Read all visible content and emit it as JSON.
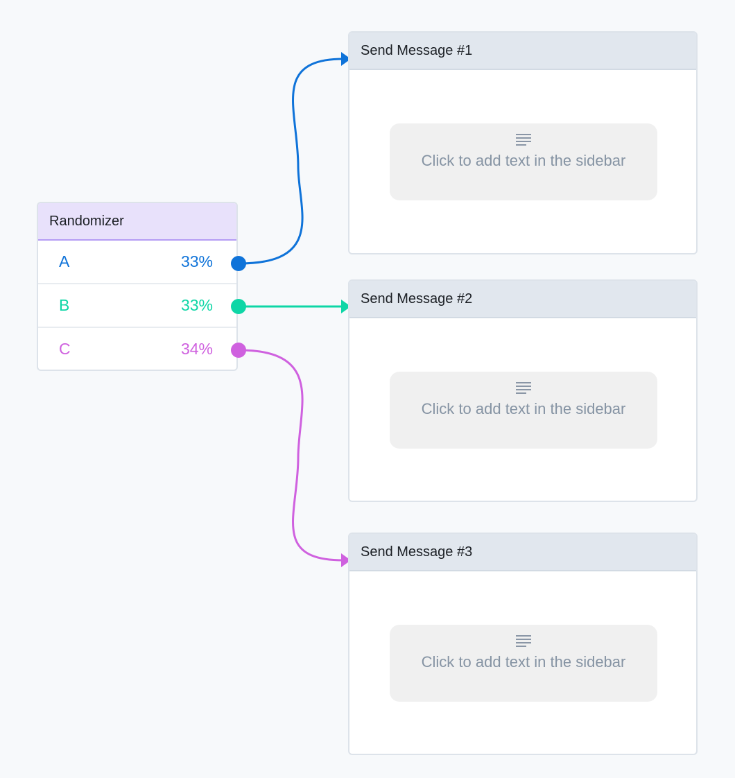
{
  "randomizer": {
    "title": "Randomizer",
    "variants": [
      {
        "label": "A",
        "percent": "33%",
        "color": "#0f73d9"
      },
      {
        "label": "B",
        "percent": "33%",
        "color": "#0ed6a6"
      },
      {
        "label": "C",
        "percent": "34%",
        "color": "#cf61df"
      }
    ]
  },
  "messages": [
    {
      "title": "Send Message #1",
      "placeholder": "Click to add text in the sidebar"
    },
    {
      "title": "Send Message #2",
      "placeholder": "Click to add text in the sidebar"
    },
    {
      "title": "Send Message #3",
      "placeholder": "Click to add text in the sidebar"
    }
  ],
  "icons": {
    "placeholder": "text-lines-icon",
    "handle": "connector-dot",
    "arrow": "arrowhead"
  }
}
